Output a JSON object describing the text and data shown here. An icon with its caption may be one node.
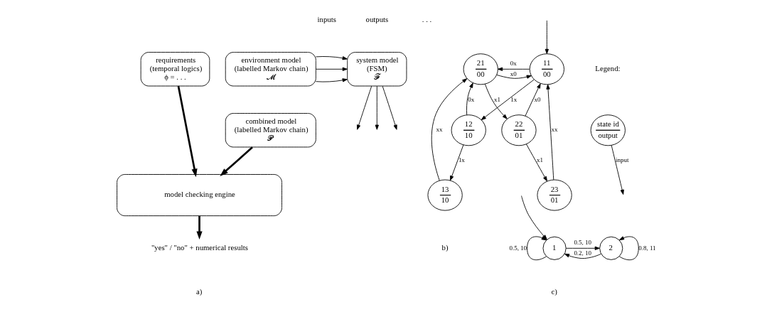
{
  "diagram": {
    "nodes": [
      {
        "text": [
          "environment model",
          "(labelled Markov chain)",
          "𝓜"
        ]
      },
      {
        "text": [
          "system model",
          "(FSM)",
          "𝓕"
        ]
      },
      {
        "text": [
          "requirements",
          "(temporal logics)",
          "ϕ = . . ."
        ]
      },
      {
        "text": [
          "combined model",
          "(labelled Markov chain)",
          "𝓟"
        ]
      },
      {
        "text": [
          "model checking engine"
        ]
      },
      {
        "text": [
          "\"yes\" / \"no\" + numerical results"
        ]
      },
      {
        "text": [
          "11",
          "00"
        ]
      },
      {
        "text": [
          "21",
          "00"
        ]
      },
      {
        "text": [
          "12",
          "10"
        ]
      },
      {
        "text": [
          "22",
          "01"
        ]
      },
      {
        "text": [
          "13",
          "10"
        ]
      },
      {
        "text": [
          "23",
          "01"
        ]
      },
      {
        "text": [
          "state id",
          "output"
        ]
      },
      {
        "text": [
          "1"
        ]
      },
      {
        "text": [
          "2"
        ]
      }
    ],
    "edges": [
      {
        "from": 0,
        "to": 1,
        "arrow": "to"
      },
      {
        "from": 0,
        "to": 1,
        "arrow": "to"
      },
      {
        "from": 0,
        "to": 1,
        "arrow": "to"
      },
      {
        "from": 1,
        "to": null,
        "arrow": "to"
      },
      {
        "from": 1,
        "to": null,
        "arrow": "to"
      },
      {
        "from": 1,
        "to": null,
        "arrow": "to"
      },
      {
        "from": 3,
        "to": 4,
        "arrow": "to",
        "style": "thick"
      },
      {
        "from": 2,
        "to": 4,
        "arrow": "to",
        "style": "thick"
      },
      {
        "from": 4,
        "to": 5,
        "arrow": "to",
        "style": "thick"
      },
      {
        "from": null,
        "to": 6,
        "arrow": "to"
      },
      {
        "from": 6,
        "to": 7,
        "arrow": "to",
        "label": "0x"
      },
      {
        "from": 7,
        "to": 6,
        "arrow": "to",
        "label": "x0"
      },
      {
        "from": 9,
        "to": 6,
        "arrow": "to",
        "label": "x0"
      },
      {
        "from": 8,
        "to": 7,
        "arrow": "to",
        "label": "0x"
      },
      {
        "from": 6,
        "to": 8,
        "arrow": "to",
        "label": "1x"
      },
      {
        "from": 7,
        "to": 9,
        "arrow": "to",
        "label": "x1"
      },
      {
        "from": 8,
        "to": 10,
        "arrow": "to",
        "label": "1x"
      },
      {
        "from": 9,
        "to": 11,
        "arrow": "to",
        "label": "x1"
      },
      {
        "from": 10,
        "to": 7,
        "arrow": "to",
        "label": "xx"
      },
      {
        "from": 11,
        "to": 6,
        "arrow": "to",
        "label": "xx"
      },
      {
        "from": 12,
        "to": null,
        "arrow": "to",
        "label": "input"
      },
      {
        "from": null,
        "to": 13,
        "arrow": "to"
      },
      {
        "from": 13,
        "to": 13,
        "arrow": "to",
        "label": "0.5, 10"
      },
      {
        "from": 13,
        "to": 14,
        "arrow": "to",
        "label": "0.5, 10"
      },
      {
        "from": 14,
        "to": 13,
        "arrow": "to",
        "label": "0.2, 10"
      },
      {
        "from": 14,
        "to": 14,
        "arrow": "to",
        "label": "0.8, 11"
      }
    ],
    "labels": [
      "inputs",
      "outputs",
      ". . .",
      "a)",
      "b)",
      "Legend:",
      "c)"
    ]
  }
}
